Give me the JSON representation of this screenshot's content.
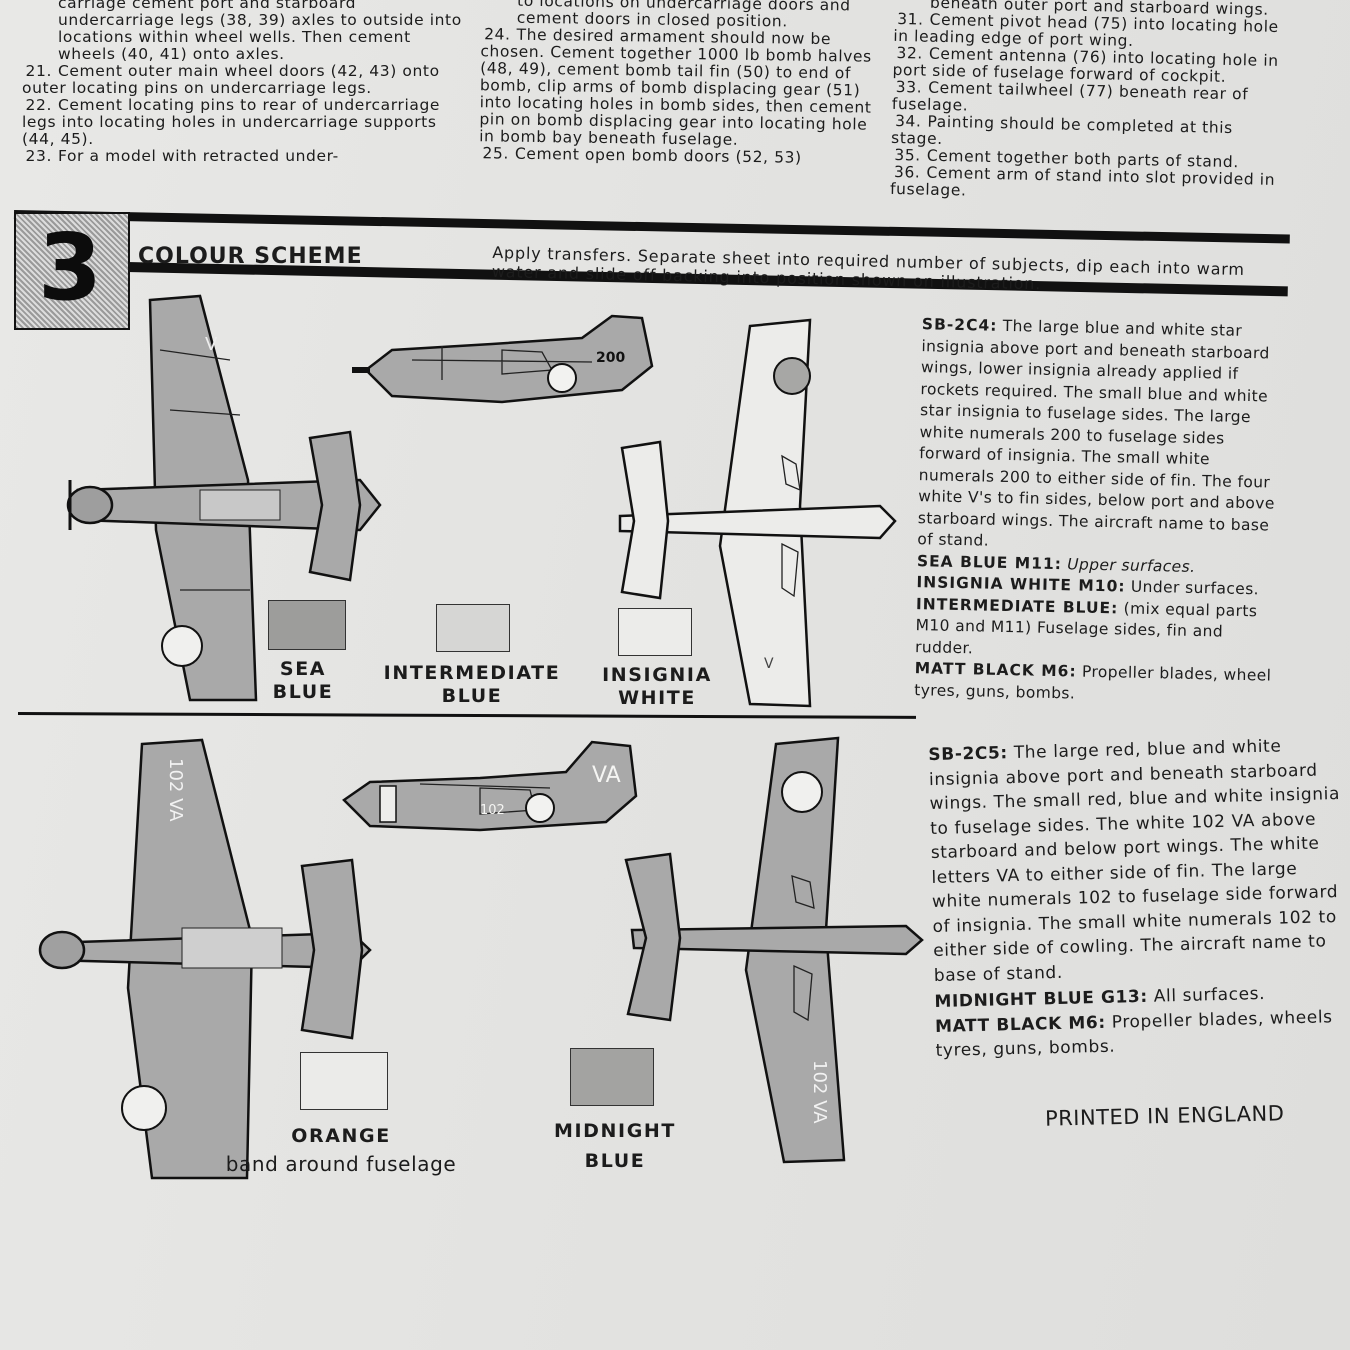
{
  "columns": {
    "left": [
      {
        "num": "",
        "text": "carriage cement port and starboard undercarriage legs (38, 39) axles to outside into locations within wheel wells. Then cement wheels (40, 41) onto axles."
      },
      {
        "num": "21.",
        "text": "Cement outer main wheel doors (42, 43) onto outer locating pins on undercarriage legs."
      },
      {
        "num": "22.",
        "text": "Cement locating pins to rear of undercarriage legs into locating holes in undercarriage supports (44, 45)."
      },
      {
        "num": "23.",
        "text": "For a model with retracted under-"
      }
    ],
    "middle": [
      {
        "num": "",
        "text": "to locations on undercarriage doors and cement doors in closed position."
      },
      {
        "num": "24.",
        "text": "The desired armament should now be chosen. Cement together 1000 lb bomb halves (48, 49), cement bomb tail fin (50) to end of bomb, clip arms of bomb displacing gear (51) into locating holes in bomb sides, then cement pin on bomb displacing gear into locating hole in bomb bay beneath fuselage."
      },
      {
        "num": "25.",
        "text": "Cement open bomb doors (52, 53)"
      }
    ],
    "right": [
      {
        "num": "",
        "text": "beneath outer port and starboard wings."
      },
      {
        "num": "31.",
        "text": "Cement pivot head (75) into locating hole in leading edge of port wing."
      },
      {
        "num": "32.",
        "text": "Cement antenna (76) into locating hole in port side of fuselage forward of cockpit."
      },
      {
        "num": "33.",
        "text": "Cement tailwheel (77) beneath rear of fuselage."
      },
      {
        "num": "34.",
        "text": "Painting should be completed at this stage."
      },
      {
        "num": "35.",
        "text": "Cement together both parts of stand."
      },
      {
        "num": "36.",
        "text": "Cement arm of stand into slot provided in fuselage."
      }
    ]
  },
  "section": {
    "number": "3",
    "title": "COLOUR SCHEME",
    "intro": "Apply transfers. Separate sheet into required number of subjects, dip each into warm water and slide off backing into position shown on illustration."
  },
  "scheme1": {
    "intro": "SB-2C4:",
    "body": "The large blue and white star insignia above port and beneath starboard wings, lower insignia already applied if rockets required. The small blue and white star insignia to fuselage sides. The large white numerals 200 to fuselage sides forward of insignia. The small white numerals 200 to either side of fin. The four white V's to fin sides, below port and above starboard wings. The aircraft name to base of stand.",
    "paints": [
      {
        "name": "SEA BLUE M11:",
        "use": "Upper surfaces."
      },
      {
        "name": "INSIGNIA WHITE M10:",
        "use": "Under surfaces."
      },
      {
        "name": "INTERMEDIATE BLUE:",
        "use": "(mix equal parts M10 and M11) Fuselage sides, fin and rudder."
      },
      {
        "name": "MATT BLACK M6:",
        "use": "Propeller blades, wheel tyres, guns, bombs."
      }
    ],
    "swatches": [
      {
        "label1": "SEA",
        "label2": "BLUE",
        "color": "#9d9d9b"
      },
      {
        "label1": "INTERMEDIATE",
        "label2": "BLUE",
        "color": "#d6d6d4"
      },
      {
        "label1": "INSIGNIA",
        "label2": "WHITE",
        "color": "#ececea"
      }
    ],
    "markings": {
      "numeral": "200",
      "letter": "V"
    }
  },
  "scheme2": {
    "intro": "SB-2C5:",
    "body": "The large red, blue and white insignia above port and beneath starboard wings. The small red, blue and white insignia to fuselage sides. The white 102 VA above starboard and below port wings. The white letters VA to either side of fin. The large white numerals 102 to fuselage side forward of insignia. The small white numerals 102 to either side of cowling. The aircraft name to base of stand.",
    "paints": [
      {
        "name": "MIDNIGHT BLUE G13:",
        "use": "All surfaces."
      },
      {
        "name": "MATT BLACK M6:",
        "use": "Propeller blades, wheels tyres, guns, bombs."
      }
    ],
    "swatches": [
      {
        "label1": "ORANGE",
        "label2": "band around fuselage",
        "color": "#ebebe9"
      },
      {
        "label1": "MIDNIGHT",
        "label2": "BLUE",
        "color": "#a3a3a1"
      }
    ],
    "markings": {
      "code": "102 VA",
      "fin": "VA",
      "numeral": "102"
    }
  },
  "footer": {
    "printed": "PRINTED IN ENGLAND"
  }
}
